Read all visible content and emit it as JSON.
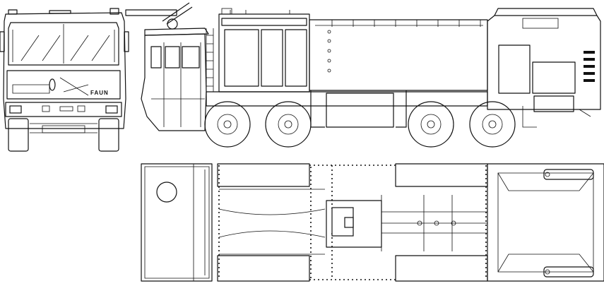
{
  "drawing": {
    "views": [
      "front-view",
      "side-view",
      "top-view"
    ],
    "front_grille_lettering": "FAUN",
    "line_color": "#111111",
    "background_color": "#ffffff"
  }
}
